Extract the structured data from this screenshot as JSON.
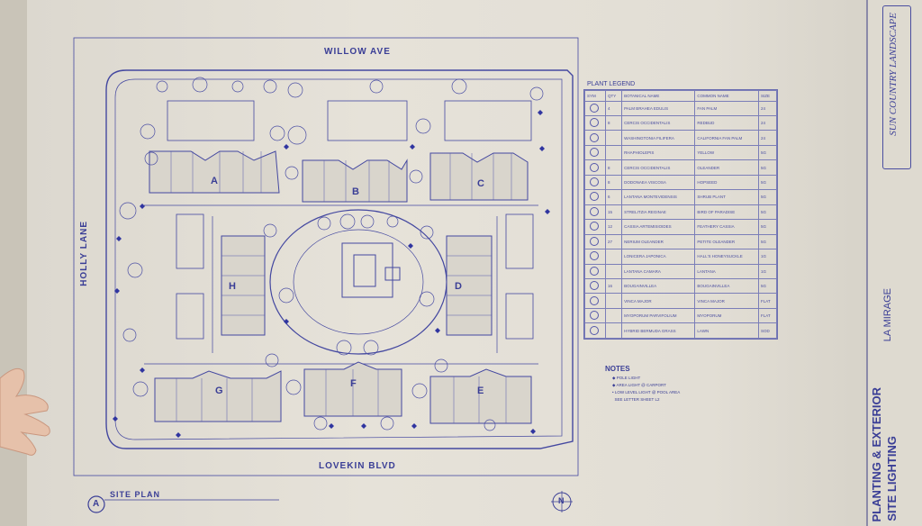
{
  "streets": {
    "top": "WILLOW AVE",
    "bottom": "LOVEKIN BLVD",
    "left": "HOLLY LANE"
  },
  "buildings": [
    {
      "id": "A",
      "label": "A"
    },
    {
      "id": "B",
      "label": "B"
    },
    {
      "id": "C",
      "label": "C"
    },
    {
      "id": "D",
      "label": "D"
    },
    {
      "id": "E",
      "label": "E"
    },
    {
      "id": "F",
      "label": "F"
    },
    {
      "id": "G",
      "label": "G"
    },
    {
      "id": "H",
      "label": "H"
    }
  ],
  "plan_title": "SITE PLAN",
  "plan_marker": "A",
  "north_marker": "N",
  "plant_legend": {
    "title": "PLANT LEGEND",
    "headers": [
      "SYM",
      "QTY",
      "BOTANICAL NAME",
      "COMMON NAME",
      "SIZE"
    ],
    "rows": [
      [
        "",
        "4",
        "PALM BRAHEA EDULIS",
        "FAN PALM",
        "24"
      ],
      [
        "",
        "8",
        "CERCIS OCCIDENTALIS",
        "REDBUD",
        "24"
      ],
      [
        "",
        "",
        "WASHINGTONIA FILIFERA",
        "CALIFORNIA FAN PALM",
        "24"
      ],
      [
        "",
        "",
        "RHAPHIOLEPIS",
        "YELLOW",
        "5G"
      ],
      [
        "",
        "8",
        "CERCIS OCCIDENTALIS",
        "OLEANDER",
        "5G"
      ],
      [
        "",
        "8",
        "DODONAEA VISCOSA",
        "HOPSEED",
        "5G"
      ],
      [
        "",
        "6",
        "LANTANA MONTEVIDENSIS",
        "SHRUB PLANT",
        "5G"
      ],
      [
        "",
        "15",
        "STRELITZIA REGINAE",
        "BIRD OF PARADISE",
        "5G"
      ],
      [
        "",
        "12",
        "CASSIA ARTEMISIOIDES",
        "FEATHERY CASSIA",
        "5G"
      ],
      [
        "",
        "27",
        "NERIUM OLEANDER",
        "PETITE OLEANDER",
        "5G"
      ],
      [
        "",
        "",
        "LONICERA JAPONICA",
        "HALL'S HONEYSUCKLE",
        "1G"
      ],
      [
        "",
        "",
        "LANTANA CAMARA",
        "LANTANA",
        "1G"
      ],
      [
        "",
        "16",
        "BOUGAINVILLEA",
        "BOUGAINVILLEA",
        "5G"
      ],
      [
        "",
        "",
        "VINCA MAJOR",
        "VINCA MAJOR",
        "FLAT"
      ],
      [
        "",
        "",
        "MYOPORUM PARVIFOLIUM",
        "MYOPORUM",
        "FLAT"
      ],
      [
        "",
        "",
        "HYBRID BERMUDA GRASS",
        "LAWN",
        "SOD"
      ]
    ]
  },
  "notes": {
    "title": "NOTES",
    "items": [
      "POLE LIGHT",
      "AREA LIGHT @ CARPORT",
      "LOW LEVEL LIGHT @ POOL AREA",
      "SEE LETTER SHEET L2"
    ]
  },
  "title_block": {
    "company": "SUN COUNTRY LANDSCAPE",
    "project": "LA MIRAGE",
    "sheet_title_1": "PLANTING & EXTERIOR",
    "sheet_title_2": "SITE LIGHTING"
  },
  "colors": {
    "ink": "#3b3f9a",
    "paper": "#e4e0d7"
  }
}
